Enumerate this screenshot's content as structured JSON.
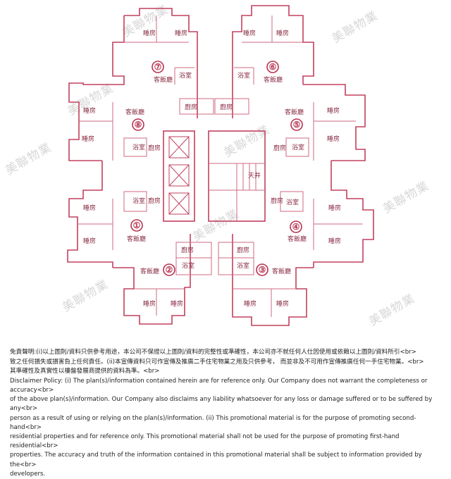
{
  "watermark": {
    "text": "美聯物業"
  },
  "rooms": {
    "bedroom": "睡房",
    "living": "客飯廳",
    "kitchen": "廚房",
    "bathroom": "浴室",
    "lightwell": "天井"
  },
  "units": [
    {
      "number": "①"
    },
    {
      "number": "②"
    },
    {
      "number": "③"
    },
    {
      "number": "④"
    },
    {
      "number": "⑤"
    },
    {
      "number": "⑥"
    },
    {
      "number": "⑦"
    },
    {
      "number": "⑧"
    }
  ],
  "disclaimer": {
    "chinese": "免責聲明:(i)以上圖則/資料只供參考用途，本公司不保證以上圖則/資料的完整性或準確性，本公司亦不就任何人仕因使用或依賴以上圖則/資料所引<br>\n致之任何損失或損害負上任何責任。(ii)本宣傳資料只可作宣傳及推廣二手住宅物業之用及只供參考， 而並非及不可用作宣傳推廣任何一手住宅物業。<br>\n其準確性及真實性以樓盤發展商提供的資料為準。<br>",
    "english": "Disclaimer Policy: (i) The plan(s)/information contained herein are for reference only. Our Company does not warrant the completeness or accuracy<br>\nof the above plan(s)/information. Our Company also disclaims any liability whatsoever for any loss or damage suffered or to be suffered by any<br>\nperson as a result of using or relying on the plan(s)/information. (ii) This promotional material is for the purpose of promoting second-hand<br>\nresidential properties and for reference only. This promotional material shall not be used for the purpose of promoting first-hand residential<br>\nproperties. The accuracy and truth of the information contained in this promotional material shall be subject to information provided by the<br>\ndevelopers."
  }
}
